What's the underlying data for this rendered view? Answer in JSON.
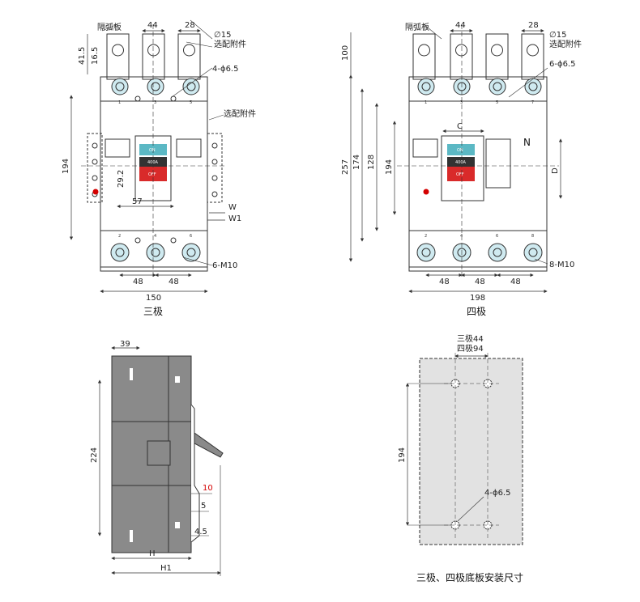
{
  "labels": {
    "arc_plate": "隔弧板",
    "optional_accessory": "选配附件",
    "three_pole": "三极",
    "four_pole": "四极",
    "base_plate_caption": "三极、四极底板安装尺寸",
    "tp_44": "三极44",
    "fp_94": "四极94",
    "n": "N",
    "c": "C",
    "d": "D",
    "w": "W",
    "w1": "W1",
    "h": "H",
    "h1": "H1",
    "on": "ON",
    "off": "OFF",
    "rating": "400A"
  },
  "dims": {
    "d44": "44",
    "d28": "28",
    "phi15": "∅15",
    "hole4": "4-ϕ6.5",
    "hole6": "6-ϕ6.5",
    "screw6": "6-M10",
    "screw8": "8-M10",
    "d41_5": "41.5",
    "d16_5": "16.5",
    "d194": "194",
    "d29_2": "29.2",
    "d57": "57",
    "d48": "48",
    "d150": "150",
    "d100": "100",
    "d257": "257",
    "d174": "174",
    "d128": "128",
    "d198": "198",
    "d39": "39",
    "d224": "224",
    "d10": "10",
    "d5": "5",
    "d4_5": "4.5",
    "base194": "194"
  },
  "terminals": {
    "top3": [
      "1",
      "3",
      "5"
    ],
    "bot3": [
      "2",
      "4",
      "6"
    ],
    "top4": [
      "1",
      "3",
      "5",
      "7"
    ],
    "bot4": [
      "2",
      "4",
      "6",
      "8"
    ]
  },
  "colors": {
    "window": "#5bb8c4",
    "button": "#d92a2a",
    "side_fill": "#8a8a8a",
    "plate_fill": "#e2e2e2",
    "accent_red": "#d40000"
  }
}
